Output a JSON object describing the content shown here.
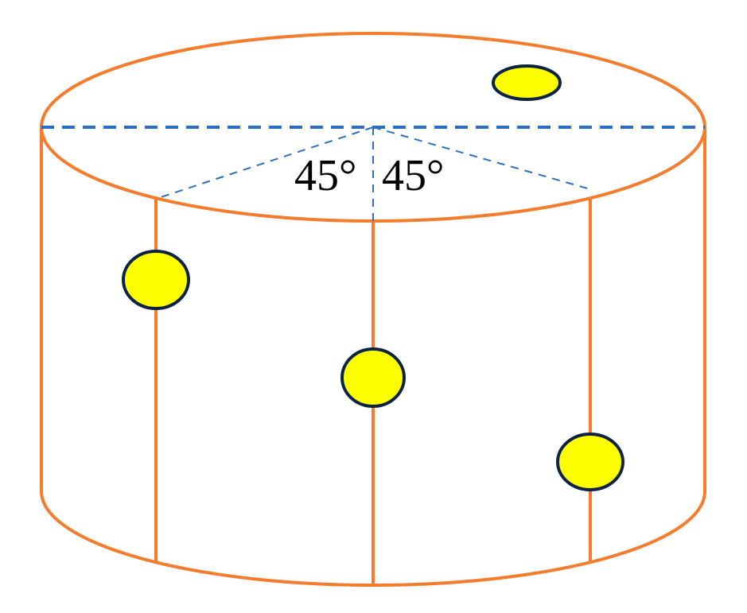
{
  "colors": {
    "cylinder_outline": "#F47C2C",
    "dashed_lines": "#2B6FC4",
    "marker_fill": "#FFFF00",
    "marker_outline": "#0E2344",
    "label_text": "#000000"
  },
  "labels": {
    "angle_left": "45°",
    "angle_right": "45°"
  },
  "markers": {
    "count": 4,
    "shape": "circle"
  }
}
